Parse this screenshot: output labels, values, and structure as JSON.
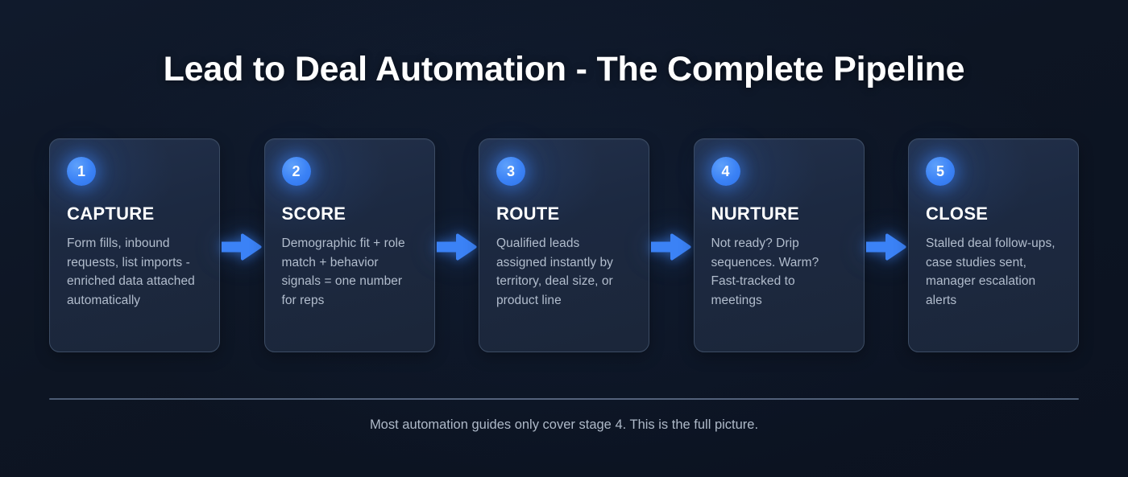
{
  "header": {
    "title": "Lead to Deal Automation - The Complete Pipeline"
  },
  "theme": {
    "background": "#0d1524",
    "card_background": "#1c2941",
    "card_border": "#3c4c64",
    "accent": "#3b82f6",
    "title_color": "#ffffff",
    "body_text_color": "#b2bdcd",
    "divider_color": "#55637c"
  },
  "pipeline": {
    "arrow_icon": "arrow-right-icon",
    "stages": [
      {
        "number": "1",
        "title": "CAPTURE",
        "description": "Form fills, inbound requests, list imports - enriched data attached automatically"
      },
      {
        "number": "2",
        "title": "SCORE",
        "description": "Demographic fit + role match + behavior signals = one number for reps"
      },
      {
        "number": "3",
        "title": "ROUTE",
        "description": "Qualified leads assigned instantly by territory, deal size, or product line"
      },
      {
        "number": "4",
        "title": "NURTURE",
        "description": "Not ready? Drip sequences. Warm? Fast-tracked to meetings"
      },
      {
        "number": "5",
        "title": "CLOSE",
        "description": "Stalled deal follow-ups, case studies sent, manager escalation alerts"
      }
    ]
  },
  "footer": {
    "note": "Most automation guides only cover stage 4. This is the full picture."
  }
}
